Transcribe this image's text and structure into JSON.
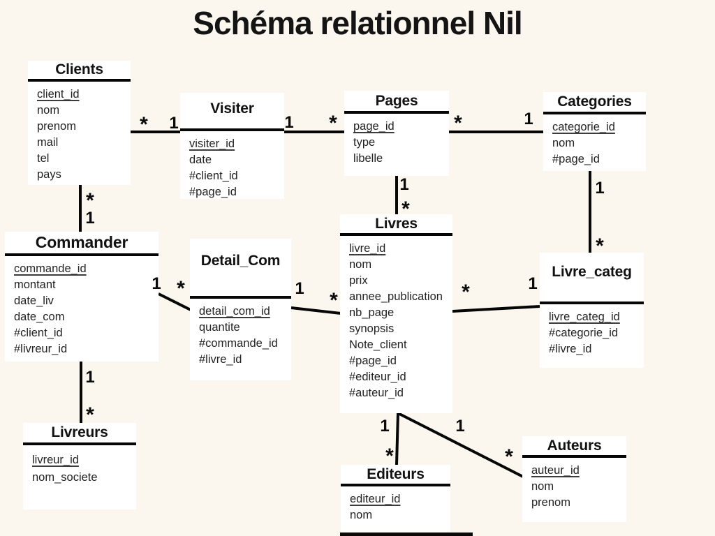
{
  "page": {
    "title": "Schéma relationnel Nil",
    "background_color": "#FBF7EE",
    "box_color": "#FFFFFF",
    "line_color": "#060606",
    "diagram_type": "relational-schema"
  },
  "entities": [
    {
      "name": "Clients",
      "fields": [
        "client_id",
        "nom",
        "prenom",
        "mail",
        "tel",
        "pays"
      ]
    },
    {
      "name": "Visiter",
      "fields": [
        "visiter_id",
        "date",
        "#client_id",
        "#page_id"
      ]
    },
    {
      "name": "Pages",
      "fields": [
        "page_id",
        "type",
        "libelle"
      ]
    },
    {
      "name": "Categories",
      "fields": [
        "categorie_id",
        "nom",
        "#page_id"
      ]
    },
    {
      "name": "Commander",
      "fields": [
        "commande_id",
        "montant",
        "date_liv",
        "date_com",
        "#client_id",
        "#livreur_id"
      ]
    },
    {
      "name": "Detail_Com",
      "fields": [
        "detail_com_id",
        "quantite",
        "#commande_id",
        "#livre_id"
      ]
    },
    {
      "name": "Livres",
      "fields": [
        "livre_id",
        "nom",
        "prix",
        "annee_publication",
        "nb_page",
        "synopsis",
        "Note_client",
        "#page_id",
        "#editeur_id",
        "#auteur_id"
      ]
    },
    {
      "name": "Livre_categ",
      "fields": [
        "livre_categ_id",
        "#categorie_id",
        "#livre_id"
      ]
    },
    {
      "name": "Livreurs",
      "fields": [
        "livreur_id",
        "nom_societe"
      ]
    },
    {
      "name": "Editeurs",
      "fields": [
        "editeur_id",
        "nom"
      ]
    },
    {
      "name": "Auteurs",
      "fields": [
        "auteur_id",
        "nom",
        "prenom"
      ]
    }
  ],
  "relations": [
    {
      "from": "Clients",
      "to": "Visiter",
      "labels": [
        "*",
        "1"
      ]
    },
    {
      "from": "Visiter",
      "to": "Pages",
      "labels": [
        "1",
        "*"
      ]
    },
    {
      "from": "Pages",
      "to": "Categories",
      "labels": [
        "*",
        "1"
      ]
    },
    {
      "from": "Clients",
      "to": "Commander",
      "labels": [
        "*",
        "1"
      ]
    },
    {
      "from": "Pages",
      "to": "Livres",
      "labels": [
        "1",
        "*"
      ]
    },
    {
      "from": "Categories",
      "to": "Livre_categ",
      "labels": [
        "1",
        "*"
      ]
    },
    {
      "from": "Commander",
      "to": "Detail_Com",
      "labels": [
        "1",
        "*"
      ]
    },
    {
      "from": "Detail_Com",
      "to": "Livres",
      "labels": [
        "1",
        "*"
      ]
    },
    {
      "from": "Livres",
      "to": "Livre_categ",
      "labels": [
        "*",
        "1"
      ]
    },
    {
      "from": "Commander",
      "to": "Livreurs",
      "labels": [
        "1",
        "*"
      ]
    },
    {
      "from": "Livres",
      "to": "Editeurs",
      "labels": [
        "1",
        "*"
      ]
    },
    {
      "from": "Livres",
      "to": "Auteurs",
      "labels": [
        "1",
        "*"
      ]
    }
  ]
}
